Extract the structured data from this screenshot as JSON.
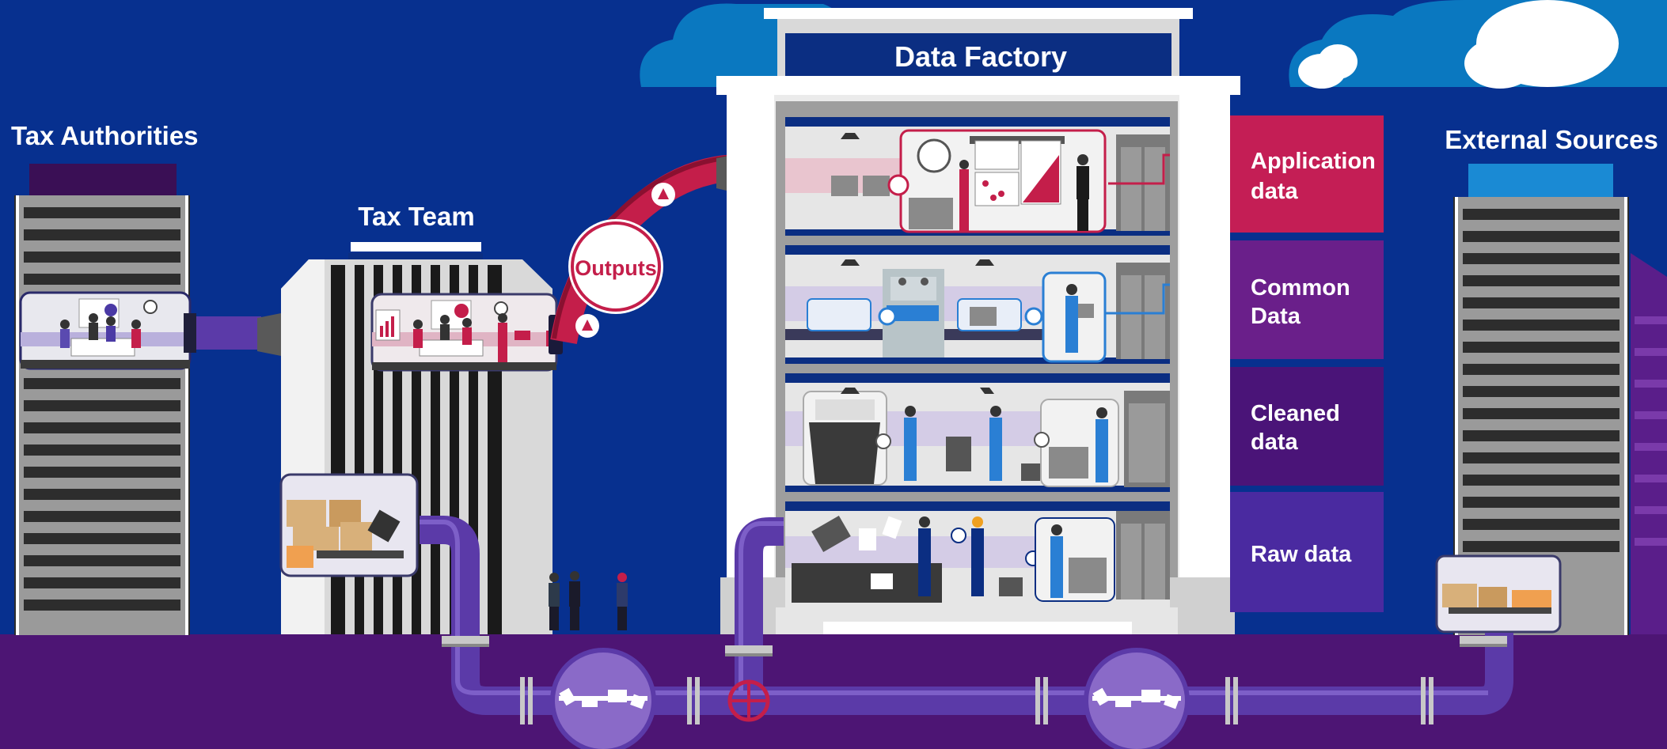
{
  "labels": {
    "tax_authorities": "Tax Authorities",
    "tax_team": "Tax Team",
    "data_factory": "Data Factory",
    "external_sources": "External Sources",
    "outputs": "Outputs"
  },
  "data_tiers": [
    {
      "line1": "Application",
      "line2": "data",
      "color": "#c41e55"
    },
    {
      "line1": "Common",
      "line2": "Data",
      "color": "#6a1f8a"
    },
    {
      "line1": "Cleaned",
      "line2": "data",
      "color": "#4a1478"
    },
    {
      "line1": "Raw data",
      "line2": "",
      "color": "#4a2aa0"
    }
  ],
  "colors": {
    "sky": "#07308f",
    "ground": "#4d1574",
    "cloud": "#0a78c0",
    "pipe": "#5b3aa8",
    "outputs_red": "#c41e4a",
    "sign_navy": "#0b2e82"
  },
  "icons": [
    "cloud-icon",
    "clock-icon",
    "chart-board-icon",
    "valve-icon",
    "document-icon",
    "conveyor-icon",
    "robot-machine-icon",
    "bin-icon",
    "box-icon"
  ]
}
